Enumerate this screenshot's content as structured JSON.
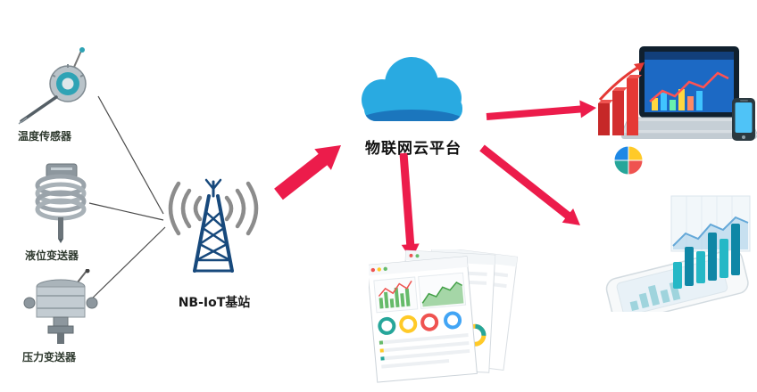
{
  "colors": {
    "arrow_red": "#ec1c4b",
    "cloud_blue": "#29aae1",
    "cloud_shadow": "#1b76bd",
    "tower_navy": "#17497c",
    "wave_gray": "#8c8c8c",
    "connector_black": "#4a4a4a"
  },
  "nodes": {
    "sensors": [
      {
        "id": "temperature-sensor",
        "icon": "temperature-sensor-icon",
        "label": "温度传感器"
      },
      {
        "id": "level-transmitter",
        "icon": "level-transmitter-icon",
        "label": "液位变送器"
      },
      {
        "id": "pressure-transmitter",
        "icon": "pressure-transmitter-icon",
        "label": "压力变送器"
      }
    ],
    "base_station": {
      "icon": "nb-iot-tower-icon",
      "label": "NB-IoT基站"
    },
    "cloud": {
      "icon": "cloud-icon",
      "label": "物联网云平台"
    },
    "terminals": [
      {
        "id": "laptop-analytics",
        "icon": "laptop-charts-icon"
      },
      {
        "id": "dashboard-reports",
        "icon": "dashboard-pages-icon"
      },
      {
        "id": "mobile-analytics",
        "icon": "phone-charts-icon"
      }
    ]
  }
}
